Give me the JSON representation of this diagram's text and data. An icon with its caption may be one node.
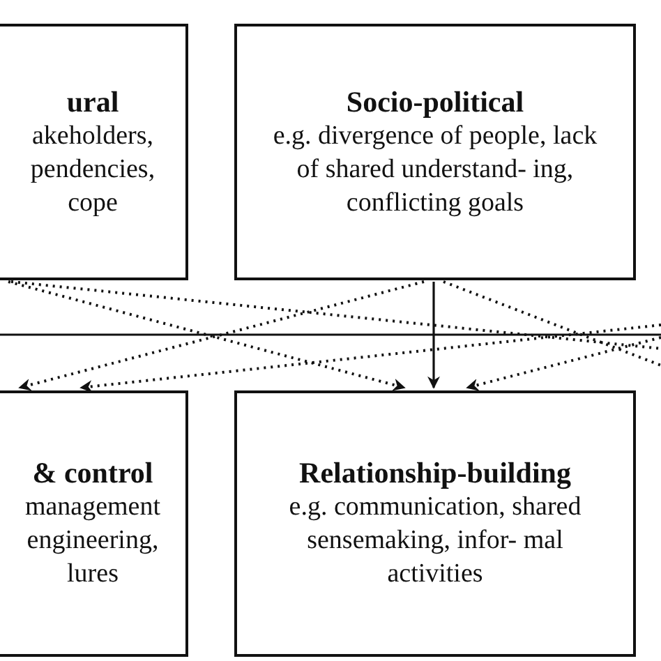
{
  "diagram": {
    "nodes": [
      {
        "text": [
          "ural",
          "akeholders, pendencies, cope"
        ]
      },
      {
        "text": [
          "Socio-political",
          "e.g. divergence of people, lack of shared understand- ing, conflicting goals"
        ]
      },
      {
        "text": [
          "& control",
          "management engineering, lures"
        ]
      },
      {
        "text": [
          "Relationship-building",
          "e.g. communication, shared sensemaking, infor- mal activities"
        ]
      }
    ],
    "edges": [
      {
        "from": 0,
        "to": 3,
        "arrow": "to",
        "style": "dashed"
      },
      {
        "from": 0,
        "to": null,
        "arrow": "none",
        "style": "dashed"
      },
      {
        "from": 1,
        "to": 2,
        "arrow": "to",
        "style": "dashed"
      },
      {
        "from": null,
        "to": 2,
        "arrow": "to",
        "style": "dashed"
      },
      {
        "from": 1,
        "to": 3,
        "arrow": "to"
      },
      {
        "from": 1,
        "to": null,
        "arrow": "none",
        "style": "dashed"
      },
      {
        "from": null,
        "to": 3,
        "arrow": "to",
        "style": "dashed"
      }
    ]
  }
}
